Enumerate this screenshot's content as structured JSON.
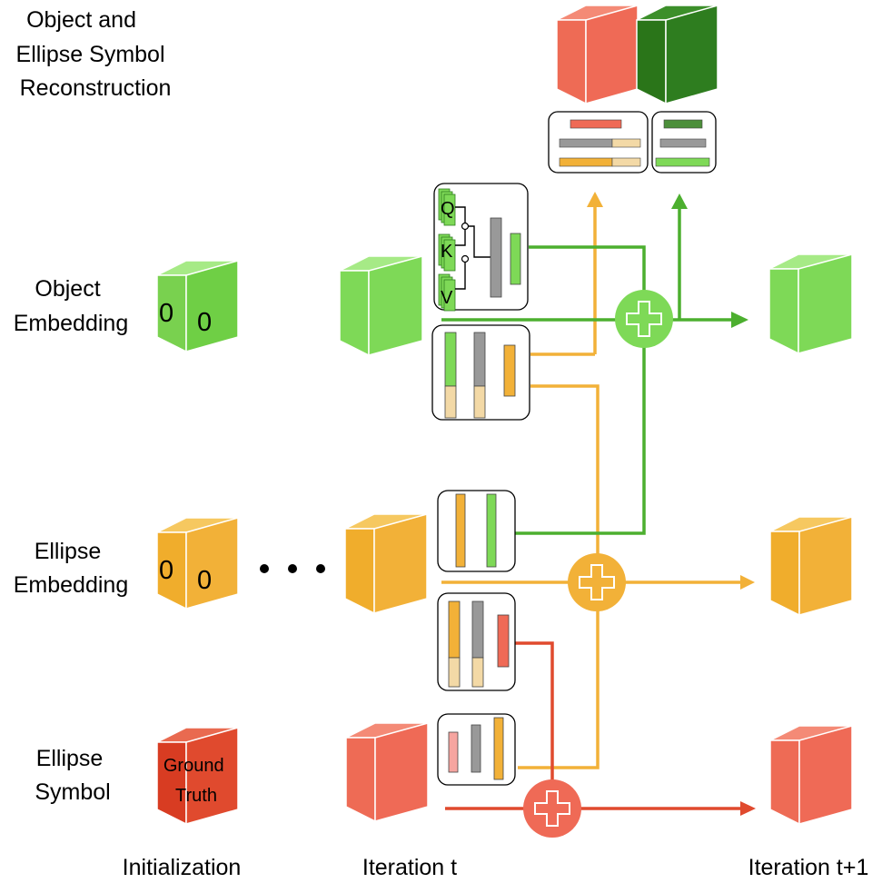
{
  "labels": {
    "reconstruction": [
      "Object and",
      "Ellipse Symbol",
      "Reconstruction"
    ],
    "object_embedding": [
      "Object",
      "Embedding"
    ],
    "ellipse_embedding": [
      "Ellipse",
      "Embedding"
    ],
    "ellipse_symbol": [
      "Ellipse",
      "Symbol"
    ],
    "initialization": "Initialization",
    "iteration_t": "Iteration t",
    "iteration_t1": "Iteration t+1"
  },
  "init_cubes": {
    "object_digits": [
      "0",
      "0"
    ],
    "ellipse_digits": [
      "0",
      "0"
    ],
    "symbol_text": [
      "Ground",
      "Truth"
    ]
  },
  "attention": {
    "q": "Q",
    "k": "K",
    "v": "V"
  },
  "colors": {
    "object": "#7ed957",
    "object_dark": "#4caf2f",
    "ellipse": "#f2b138",
    "symbol": "#ef6a56",
    "symbol_init": "#e04a2e",
    "recon_dark": "#2e7d1f",
    "gray": "#999999",
    "beige": "#f3d9a6"
  },
  "icons": {
    "add": "plus-circle-icon",
    "cube": "cube-icon",
    "arrow": "arrowhead-icon"
  }
}
